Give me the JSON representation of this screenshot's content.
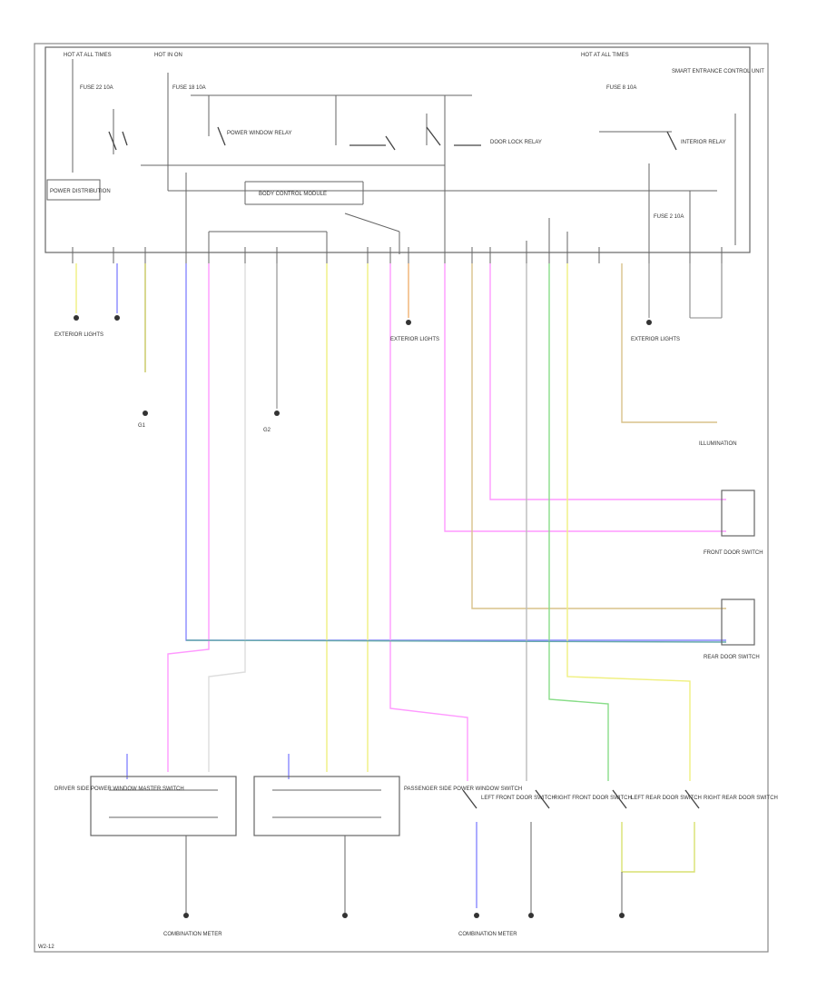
{
  "labels": {
    "hot_at_all_times_1": "HOT AT ALL TIMES",
    "hot_in_on_2": "HOT IN ON",
    "hot_at_all_times_3": "HOT AT ALL TIMES",
    "fuse_1": "FUSE 22 10A",
    "fuse_2": "FUSE 18 10A",
    "fuse_3": "FUSE 8 10A",
    "fuse_4": "FUSE 2 10A",
    "power_distribution": "POWER DISTRIBUTION",
    "power_window_relay": "POWER WINDOW RELAY",
    "door_lock_relay": "DOOR LOCK RELAY",
    "interior_relay": "INTERIOR RELAY",
    "bcm_label": "BODY CONTROL MODULE",
    "top_right_note": "SMART ENTRANCE CONTROL UNIT",
    "ground_1": "G1",
    "ground_2": "G2",
    "illumination": "ILLUMINATION",
    "front_door_switch": "FRONT DOOR SWITCH",
    "rear_door_switch": "REAR DOOR SWITCH",
    "driver_switch": "DRIVER SIDE POWER WINDOW MASTER SWITCH",
    "passenger_switch": "PASSENGER SIDE POWER WINDOW SWITCH",
    "lf_door_sw": "LEFT FRONT DOOR SWITCH",
    "rf_door_sw": "RIGHT FRONT DOOR SWITCH",
    "lr_door_sw": "LEFT REAR DOOR SWITCH",
    "rr_door_sw": "RIGHT REAR DOOR SWITCH",
    "exterior_lights_1": "EXTERIOR LIGHTS",
    "exterior_lights_2": "EXTERIOR LIGHTS",
    "exterior_lights_3": "EXTERIOR LIGHTS",
    "combination_meter_1": "COMBINATION METER",
    "combination_meter_2": "COMBINATION METER",
    "page_id": "W2-12"
  },
  "colors": {
    "frame": "#888888",
    "wire_pink": "#ff99ff",
    "wire_yellow": "#f0f080",
    "wire_blue": "#8888ff",
    "wire_green": "#88dd88",
    "wire_tan": "#d9c28a",
    "wire_gray": "#bbbbbb",
    "wire_orange": "#f0b070",
    "wire_teal": "#66aaaa"
  }
}
